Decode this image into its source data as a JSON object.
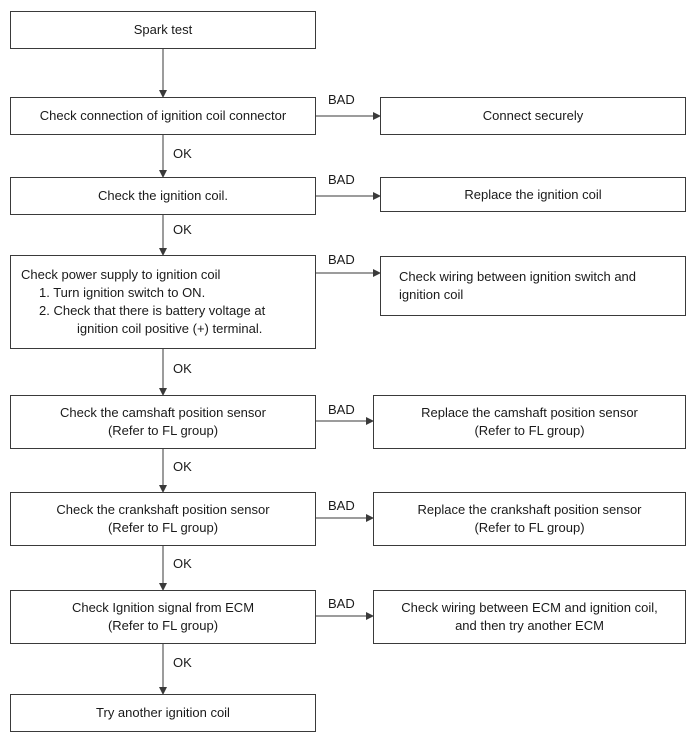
{
  "steps": [
    {
      "main": [
        "Spark test"
      ]
    },
    {
      "main": [
        "Check connection of ignition coil connector"
      ],
      "result": "BAD",
      "action": [
        "Connect securely"
      ]
    },
    {
      "main": [
        "Check the ignition coil."
      ],
      "result": "BAD",
      "action": [
        "Replace the ignition coil"
      ]
    },
    {
      "main": [
        "Check power supply to ignition coil",
        "1. Turn ignition switch to ON.",
        "2. Check that there is battery voltage at",
        "ignition coil positive (+) terminal."
      ],
      "result": "BAD",
      "action": [
        "Check wiring between ignition switch and",
        "ignition coil"
      ]
    },
    {
      "main": [
        "Check the camshaft position sensor",
        "(Refer to FL group)"
      ],
      "result": "BAD",
      "action": [
        "Replace the camshaft position sensor",
        "(Refer to FL group)"
      ]
    },
    {
      "main": [
        "Check the crankshaft position sensor",
        "(Refer to FL group)"
      ],
      "result": "BAD",
      "action": [
        "Replace the crankshaft position sensor",
        "(Refer to FL group)"
      ]
    },
    {
      "main": [
        "Check Ignition signal from ECM",
        "(Refer to FL group)"
      ],
      "result": "BAD",
      "action": [
        "Check wiring between ECM and ignition coil,",
        "and then try another ECM"
      ]
    },
    {
      "main": [
        "Try another ignition coil"
      ]
    }
  ],
  "connectors": [
    "",
    "OK",
    "OK",
    "OK",
    "OK",
    "OK",
    "OK"
  ]
}
